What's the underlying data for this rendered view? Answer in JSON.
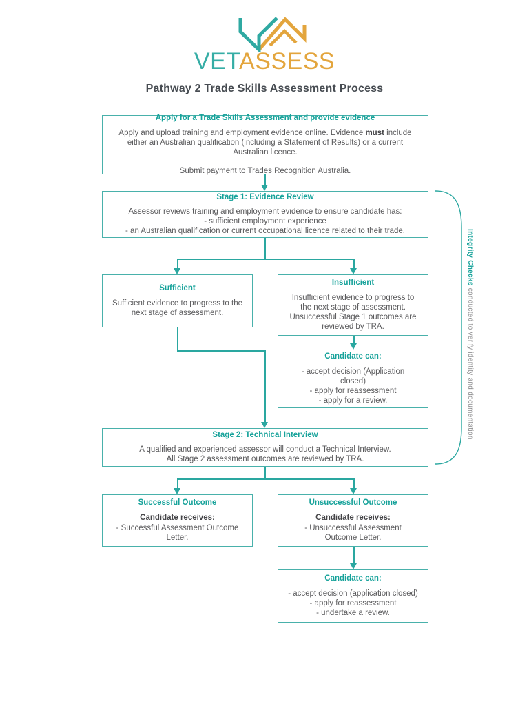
{
  "logo": {
    "wordmark_teal": "VET",
    "wordmark_gold": "ASSESS",
    "mark_icon": "vetassess-chevrons-icon"
  },
  "title": "Pathway 2 Trade Skills Assessment Process",
  "colors": {
    "teal_line": "#2aa7a0",
    "teal_border": "#49b1ab",
    "teal_heading": "#16a29a",
    "gold": "#e3a53d",
    "body_gray": "#5a5a5c",
    "title_dark": "#474c52"
  },
  "boxes": {
    "apply": {
      "heading": "Apply for a Trade Skills Assessment and provide evidence",
      "body_before": "Apply and upload training and employment evidence online. Evidence ",
      "body_bold": "must",
      "body_after": " include either an Australian qualification (including a Statement of Results) or a current Australian licence.",
      "footer": "Submit payment to Trades Recognition Australia."
    },
    "stage1": {
      "heading": "Stage 1: Evidence Review",
      "lines": [
        "Assessor reviews training and employment evidence to ensure candidate has:",
        "- sufficient employment experience",
        "- an Australian qualification or current occupational licence related to their trade."
      ]
    },
    "sufficient": {
      "heading": "Sufficient",
      "body": "Sufficient evidence to progress to the next stage of assessment."
    },
    "insufficient": {
      "heading": "Insufficient",
      "body": "Insufficient evidence to progress to the next stage of assessment. Unsuccessful Stage 1 outcomes are reviewed by TRA."
    },
    "candidate_can_1": {
      "heading": "Candidate can:",
      "lines": [
        "- accept decision (Application closed)",
        "- apply for reassessment",
        "- apply for a review."
      ]
    },
    "stage2": {
      "heading": "Stage 2: Technical Interview",
      "lines": [
        "A qualified and experienced assessor will conduct a Technical Interview.",
        "All Stage 2 assessment outcomes are reviewed by TRA."
      ]
    },
    "successful": {
      "heading": "Successful Outcome",
      "subheading": "Candidate receives:",
      "body": "- Successful Assessment Outcome Letter."
    },
    "unsuccessful": {
      "heading": "Unsuccessful Outcome",
      "subheading": "Candidate receives:",
      "body": "- Unsuccessful Assessment Outcome Letter."
    },
    "candidate_can_2": {
      "heading": "Candidate can:",
      "lines": [
        "- accept decision (application closed)",
        "- apply for reassessment",
        "- undertake a review."
      ]
    }
  },
  "side_note": {
    "bold": "Integrity Checks",
    "rest": " conducted to verify identity and documentation"
  }
}
